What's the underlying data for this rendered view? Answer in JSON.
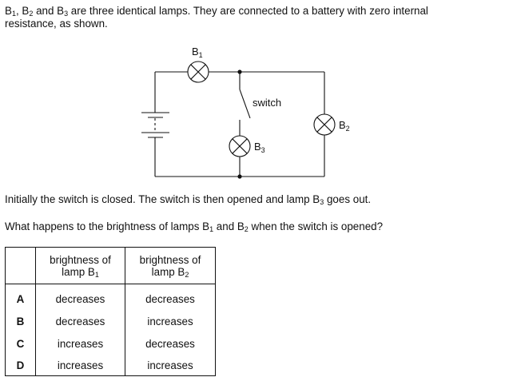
{
  "question": {
    "intro": {
      "parts": [
        "B",
        "1",
        ", B",
        "2",
        " and B",
        "3",
        " are three identical lamps. They are connected to a battery with zero internal"
      ],
      "line2": "resistance, as shown."
    },
    "statement": {
      "before": "Initially the switch is closed. The switch is then opened and lamp B",
      "sub": "3",
      "after": " goes out."
    },
    "prompt": {
      "p1": "What happens to the brightness of lamps B",
      "sub1": "1",
      "p2": " and B",
      "sub2": "2",
      "p3": " when the switch is opened?"
    }
  },
  "circuit": {
    "lamps": [
      {
        "name": "B",
        "sub": "1"
      },
      {
        "name": "B",
        "sub": "2"
      },
      {
        "name": "B",
        "sub": "3"
      }
    ],
    "switch_label": "switch",
    "switch_state_shown": "open",
    "battery": "battery"
  },
  "table": {
    "headers": [
      {
        "line1": "",
        "line2": "",
        "sub": ""
      },
      {
        "line1": "brightness of",
        "line2": "lamp B",
        "sub": "1"
      },
      {
        "line1": "brightness of",
        "line2": "lamp B",
        "sub": "2"
      }
    ],
    "rows": [
      {
        "option": "A",
        "b1": "decreases",
        "b2": "decreases"
      },
      {
        "option": "B",
        "b1": "decreases",
        "b2": "increases"
      },
      {
        "option": "C",
        "b1": "increases",
        "b2": "decreases"
      },
      {
        "option": "D",
        "b1": "increases",
        "b2": "increases"
      }
    ]
  }
}
